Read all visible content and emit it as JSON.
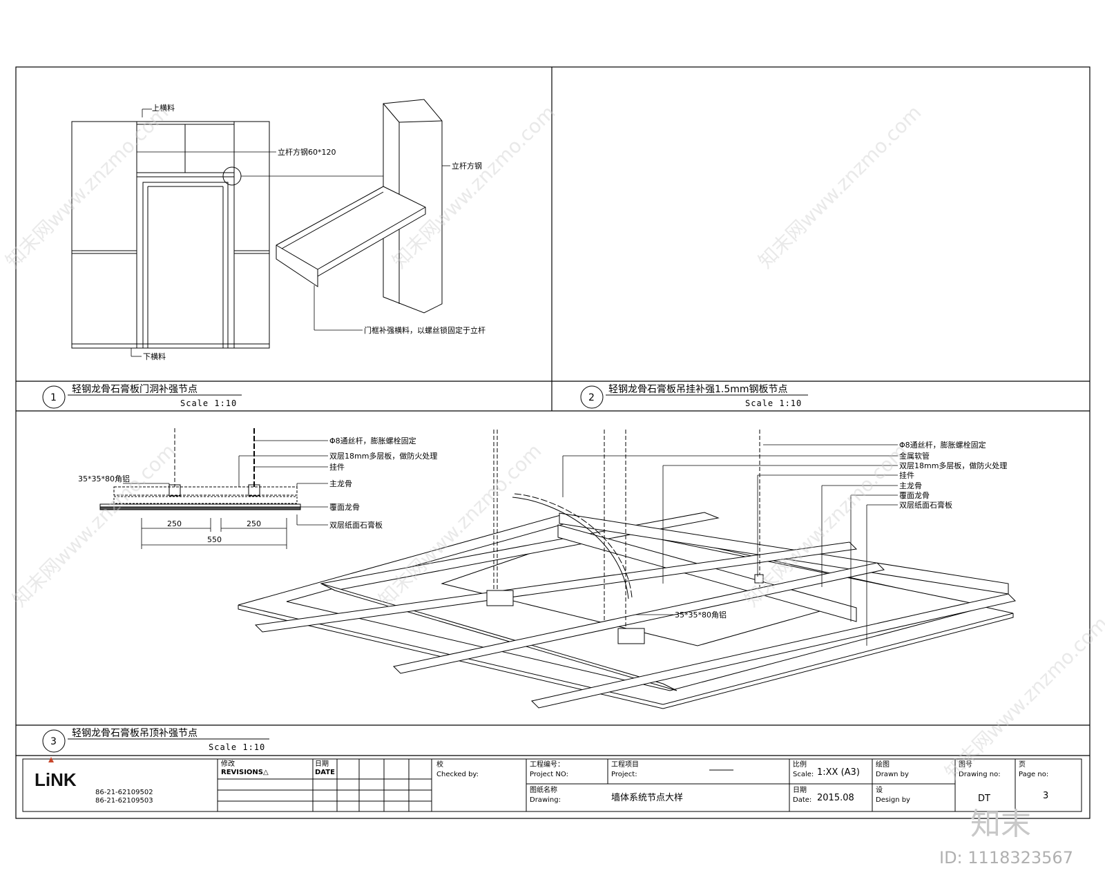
{
  "panels": {
    "p1": {
      "number": "1",
      "title": "轻钢龙骨石膏板门洞补强节点",
      "scale": "Scale 1:10",
      "labels": {
        "top_rail": "上横料",
        "stud_steel": "立杆方钢60*120",
        "stud_steel_3d": "立杆方钢",
        "frame_reinforce": "门框补强横料，以螺丝锁固定于立杆",
        "bottom_rail": "下横料"
      }
    },
    "p2": {
      "number": "2",
      "title": "轻钢龙骨石膏板吊挂补强1.5mm钢板节点",
      "scale": "Scale 1:10"
    },
    "p3": {
      "number": "3",
      "title": "轻钢龙骨石膏板吊顶补强节点",
      "scale": "Scale 1:10",
      "section_labels": {
        "rod": "Φ8通丝杆，膨胀螺栓固定",
        "plywood": "双层18mm多层板，做防火处理",
        "hanger": "挂件",
        "main_keel": "主龙骨",
        "angle": "35*35*80角铝",
        "cover_keel": "覆面龙骨",
        "gypsum": "双层纸面石膏板",
        "dim_a": "250",
        "dim_b": "250",
        "dim_total": "550"
      },
      "iso_labels": {
        "rod": "Φ8通丝杆，膨胀螺栓固定",
        "hose": "金属软管",
        "plywood": "双层18mm多层板，做防火处理",
        "hanger": "挂件",
        "main_keel": "主龙骨",
        "cover_keel": "覆面龙骨",
        "gypsum": "双层纸面石膏板",
        "angle": "35*35*80角铝"
      }
    }
  },
  "title_block": {
    "logo": "LiNK",
    "phone1": "86-21-62109502",
    "phone2": "86-21-62109503",
    "revisions_cn": "修改",
    "revisions": "REVISIONS△",
    "date_cn": "日期",
    "date": "DATE",
    "checked_cn": "校",
    "checked": "Checked by:",
    "project_no_cn": "工程编号：",
    "project_no": "Project NO:",
    "project_cn": "工程项目",
    "project": "Project:",
    "drawing_cn": "图纸名称",
    "drawing": "Drawing:",
    "drawing_name": "墙体系统节点大样",
    "scale_cn": "比例",
    "scale": "Scale:",
    "scale_value": "1:XX (A3)",
    "date2_cn": "日期",
    "date2": "Date:",
    "date_value": "2015.08",
    "drawn_cn": "绘图",
    "drawn": "Drawn by",
    "design_cn": "设",
    "design": "Design by",
    "drawing_no_cn": "图号",
    "drawing_no": "Drawing no:",
    "drawing_no_value": "DT",
    "page_cn": "页",
    "page": "Page no:",
    "page_value": "3"
  },
  "watermark": {
    "text": "知末网www.znzmo.com",
    "brand": "知末",
    "id": "ID: 1118323567"
  }
}
